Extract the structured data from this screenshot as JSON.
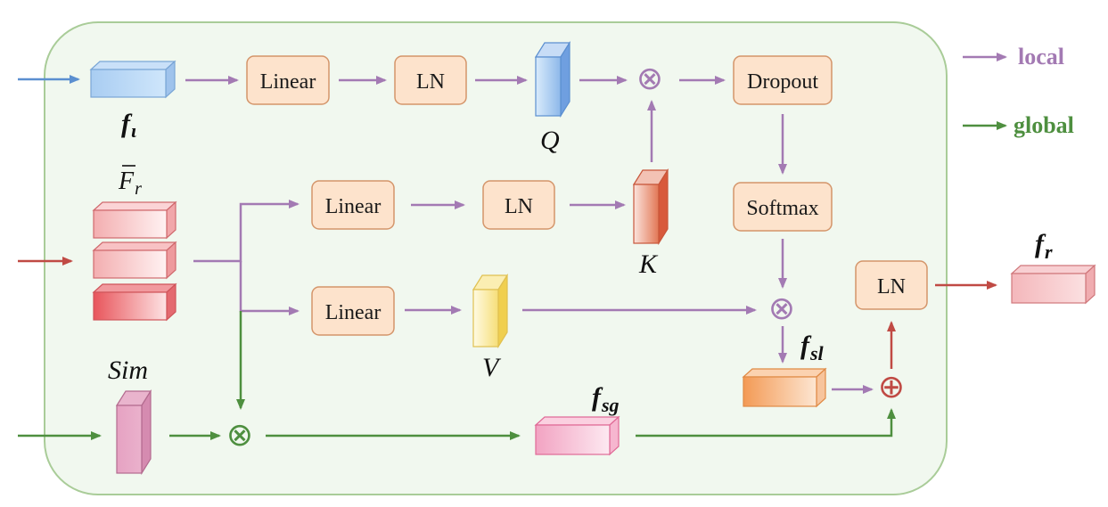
{
  "blocks": {
    "linear_q": "Linear",
    "ln_q": "LN",
    "dropout": "Dropout",
    "linear_k": "Linear",
    "ln_k": "LN",
    "softmax": "Softmax",
    "linear_v": "Linear",
    "ln_out": "LN"
  },
  "symbols": {
    "f_l": {
      "base": "f",
      "sub": "ι"
    },
    "f_r_bar": {
      "base": "F",
      "sub": "r"
    },
    "q": "Q",
    "k": "K",
    "v": "V",
    "sim": "Sim",
    "f_sl": {
      "base": "f",
      "sub": "sl"
    },
    "f_sg": {
      "base": "f",
      "sub": "sg"
    },
    "f_r": {
      "base": "f",
      "sub": "r"
    }
  },
  "operators": {
    "multiply": "⊗",
    "add": "⊕"
  },
  "legend": {
    "local": {
      "label": "local",
      "color": "#a37ab3"
    },
    "global": {
      "label": "global",
      "color": "#4e8f3f"
    }
  },
  "colors": {
    "panel_fill": "#f1f8ef",
    "panel_stroke": "#a9cc98",
    "block_fill": "#fde3cc",
    "block_stroke": "#d4956a",
    "purple": "#a37ab3",
    "green": "#4e8f3f",
    "red": "#c04a44",
    "blue": "#5b8fd0"
  }
}
